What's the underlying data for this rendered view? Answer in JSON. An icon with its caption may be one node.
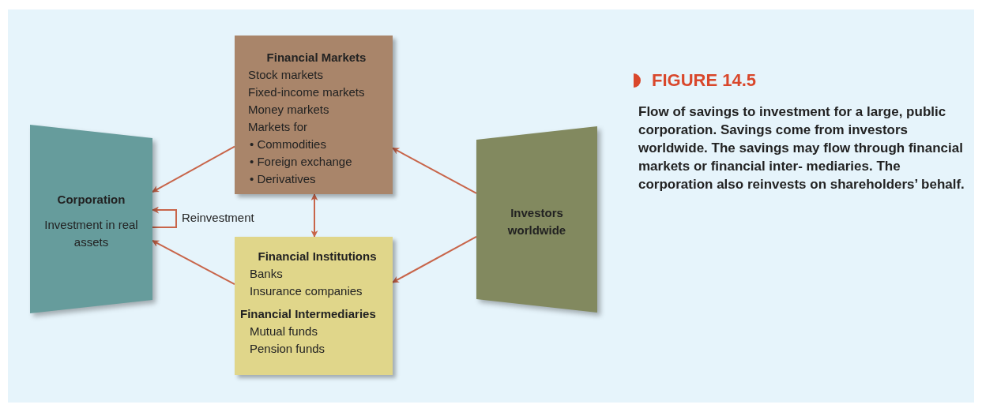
{
  "diagram": {
    "title": "FIGURE 14.5",
    "caption": "Flow of savings to investment for a large, public corporation. Savings come from investors worldwide. The savings may flow through financial markets or financial inter- mediaries. The corporation also reinvests on shareholders’ behalf.",
    "nodes": [
      {
        "text": [
          "Financial Markets",
          "Stock markets",
          "Fixed-income markets",
          "Money markets",
          "Markets for",
          "• Commodities",
          "• Foreign exchange",
          "• Derivatives"
        ]
      },
      {
        "text": [
          "Corporation",
          "Investment in real assets"
        ]
      },
      {
        "text": [
          "Financial Institutions",
          "Banks",
          "Insurance companies",
          "Financial Intermediaries",
          "Mutual funds",
          "Pension funds"
        ]
      },
      {
        "text": [
          "Investors worldwide"
        ]
      }
    ],
    "edges": [
      {
        "from": 3,
        "to": 0,
        "arrow": "to"
      },
      {
        "from": 3,
        "to": 2,
        "arrow": "to"
      },
      {
        "from": 0,
        "to": 1,
        "arrow": "to"
      },
      {
        "from": 2,
        "to": 1,
        "arrow": "to"
      },
      {
        "from": 0,
        "to": 2,
        "arrow": "both"
      },
      {
        "from": 1,
        "to": 1,
        "arrow": "to",
        "label": "Reinvestment"
      }
    ]
  }
}
